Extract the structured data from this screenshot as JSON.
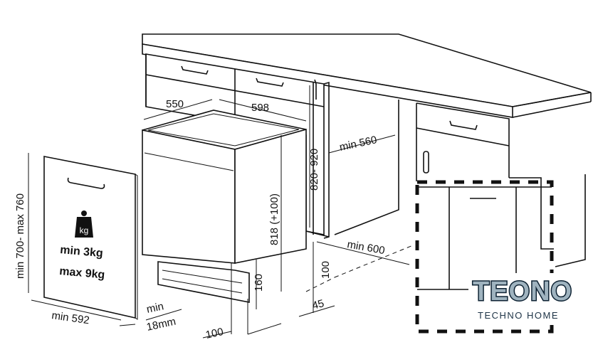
{
  "dimensions": {
    "depth": "550",
    "width": "598",
    "niche_width": "min 560",
    "niche_height": "820- 920",
    "appliance_height": "818 (+100)",
    "niche_depth": "min 600",
    "plinth_height": "100",
    "plinth_offset": "45",
    "foot_adjust": "160",
    "front_offset": "100",
    "panel_width": "min 592",
    "panel_thickness_min": "min",
    "panel_thickness": "18mm",
    "panel_height": "min 700- max 760"
  },
  "door_panel": {
    "weight_icon_label": "kg",
    "weight_min": "min  3kg",
    "weight_max": "max 9kg"
  },
  "logo": {
    "brand": "TEONO",
    "tagline": "TECHNO HOME"
  }
}
